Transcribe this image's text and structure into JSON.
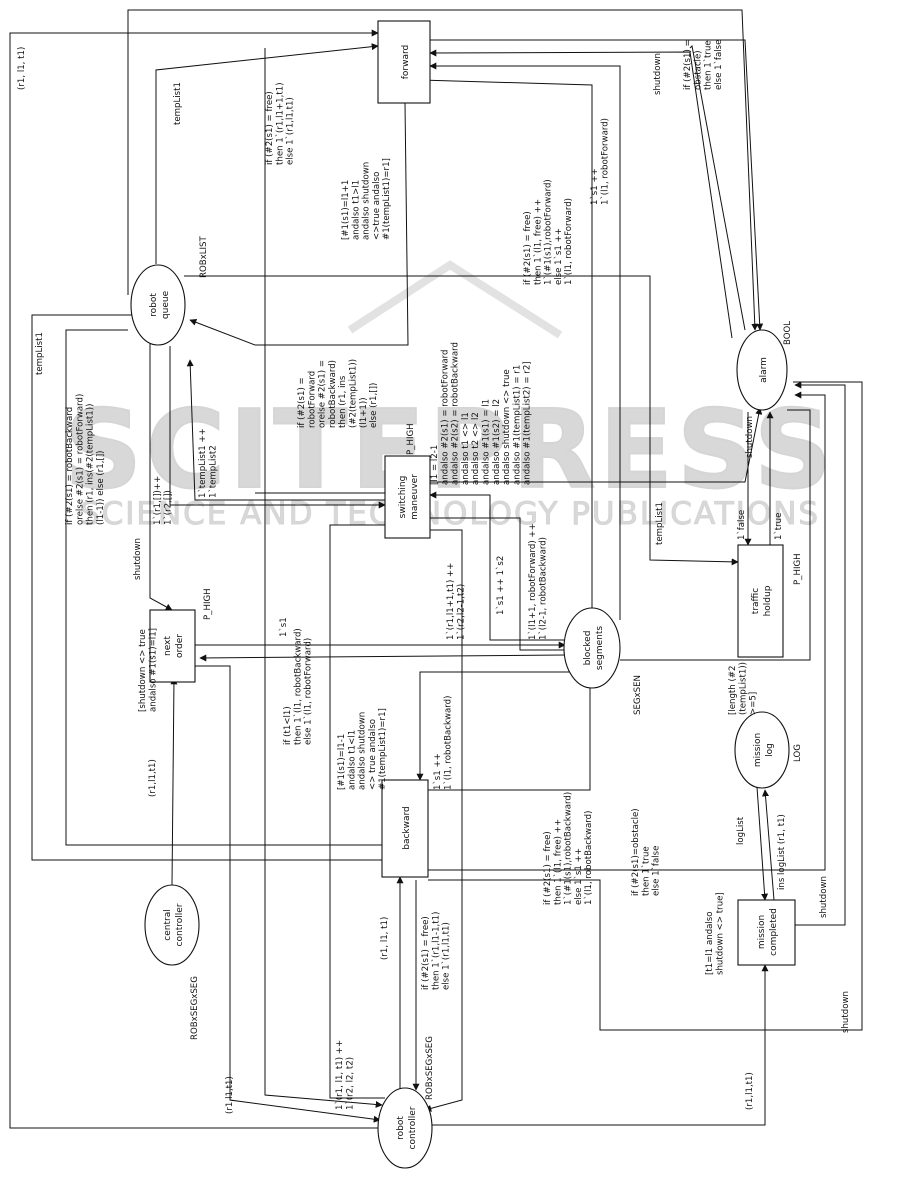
{
  "watermark": {
    "title": "SCITEPRESS",
    "subtitle": "SCIENCE AND TECHNOLOGY PUBLICATIONS"
  },
  "places": {
    "robot_queue": [
      "robot",
      "queue"
    ],
    "alarm": [
      "alarm"
    ],
    "blocked_segments": [
      "blocked",
      "segments"
    ],
    "mission_log": [
      "mission",
      "log"
    ],
    "central_controller": [
      "central",
      "controller"
    ],
    "robot_controller": [
      "robot",
      "controller"
    ]
  },
  "transitions": {
    "forward": [
      "forward"
    ],
    "switching_maneuver": [
      "switching",
      "maneuver"
    ],
    "next_order": [
      "next",
      "order"
    ],
    "traffic_holdup": [
      "traffic",
      "holdup"
    ],
    "backward": [
      "backward"
    ],
    "mission_completed": [
      "mission",
      "completed"
    ]
  },
  "color_sets": {
    "robxlist": "ROBxLIST",
    "bool": "BOOL",
    "segxsen": "SEGxSEN",
    "log": "LOG",
    "robxsegxseg_left": "ROBxSEGxSEG",
    "robxsegxseg_right": "ROBxSEGxSEG"
  },
  "priorities": {
    "switching": "P_HIGH",
    "next_order": "P_HIGH",
    "traffic": "P_HIGH"
  },
  "labels": {
    "r1_l1_t1_top": [
      "(r1, l1, t1)"
    ],
    "templist1_a": [
      "tempList1"
    ],
    "forward_free": [
      "if (#2(s1) = free)",
      "then 1`(r1,l1+1,t1)",
      "else 1`(r1,l1,t1)"
    ],
    "forward_guard": [
      "[#1(s1)=l1+1",
      "andalso t1>l1",
      "andalso shutdown",
      "<>true andalso",
      "#1(tempList1)=r1]"
    ],
    "forward_blocked": [
      "if (#2(s1) = free)",
      "then 1`(l1, free) ++",
      "1`(#1(s1),robotForward)",
      "else 1`s1 ++",
      "1`(l1, robotForward)"
    ],
    "s1_robotforward": [
      "1`s1 ++",
      "1`(l1, robotForward)"
    ],
    "shutdown_top": [
      "shutdown"
    ],
    "obstacle_top": [
      "if (#2(s1) =",
      "obstacle)",
      "then 1`true",
      "else 1`false"
    ],
    "queue_ins": [
      "if (#2(s1) =",
      "robotForward",
      "orelse #2(s1) =",
      "robotBackward)",
      "then (r1, ins",
      "(#2(tempList1))",
      "(l1+1))",
      "else (r1,[])"
    ],
    "switch_guard": [
      "[l1 = l2-1",
      "andalso #2(s1) = robotForward",
      "andalso #2(s2) = robotBackward",
      "andalso t1 <> l1",
      "andalso t2 <> l2",
      "andalso #1(s1) = l1",
      "andalso #1(s2) = l2",
      "andalso shutdown <> true",
      "andalso #1(tempList1) = r1",
      "andalso #1(tempList2) = r2]"
    ],
    "templist1_side": [
      "tempList1"
    ],
    "queue_ins_back": [
      "if (#2(s1) = robotBackward",
      "orelse #2(s1) = robotForward)",
      "then (r1, ins(#2(tempList1))",
      "(l1-1)) else (r1,[])"
    ],
    "templist_merge": [
      "1`tempList1 ++",
      "1`tempList2"
    ],
    "r_empty": [
      "1`(r1,[])++",
      "1`(r2,[])"
    ],
    "shutdown_left": [
      "shutdown"
    ],
    "shutdown_alarm": [
      "shutdown"
    ],
    "false_tok": [
      "1`false"
    ],
    "true_tok": [
      "1`true"
    ],
    "templist1_traffic": [
      "tempList1"
    ],
    "length_guard": [
      "[length (#2",
      "(tempList1))",
      ">=5]"
    ],
    "s1_s2": [
      "1`s1 ++ 1`s2"
    ],
    "swap_segments": [
      "1`(l1+1, robotForward) ++",
      "1`(l2-1, robotBackward)"
    ],
    "switch_out": [
      "1`(r1,l1+1,t1) ++",
      "1`(r2,l2-1,t2)"
    ],
    "s_tok": [
      "1`s1"
    ],
    "next_guard": [
      "[shutdown <> true",
      "andalso #1(s1)=l1]"
    ],
    "r1_l1_t1_next": [
      "(r1,l1,t1)"
    ],
    "back_t": [
      "if (t1<l1)",
      "then 1`(l1, robotBackward)",
      "else 1`(l1, robotForward)"
    ],
    "back_guard": [
      "[#1(s1)=l1-1",
      "andalso t1<l1",
      "andalso shutdown",
      "<> true andalso",
      "#1(tempList1)=r1]"
    ],
    "s1_robotbackward": [
      "1`s1 ++",
      "1`(l1, robotBackward)"
    ],
    "back_blocked": [
      "if (#2(s1) = free)",
      "then 1`(l1, free) ++",
      "1`(#1(s1),robotBackward)",
      "else 1`s1 ++",
      "1`(l1, robotBackward)"
    ],
    "back_obstacle": [
      "if (#2(s1)=obstacle)",
      "then 1`true",
      "else 1`false"
    ],
    "loglist": [
      "logList"
    ],
    "ins_loglist": [
      "ins logList (r1, t1)"
    ],
    "shutdown_mission": [
      "shutdown"
    ],
    "mission_guard": [
      "[t1=l1 andalso",
      "shutdown <> true]"
    ],
    "shutdown_bottom": [
      "shutdown"
    ],
    "r1_l1_t1_back": [
      "(r1, l1, t1)"
    ],
    "back_free": [
      "if (#2(s1) = free)",
      "then 1`(r1,l1-1,t1)",
      "else 1`(r1,l1,t1)"
    ],
    "r1r2_merge": [
      "1`(r1, l1, t1) ++",
      "1`(r2, l2, t2)"
    ],
    "r1_l1_t1_left": [
      "(r1,l1,t1)"
    ],
    "r1_l1_t1_right": [
      "(r1,l1,t1)"
    ]
  }
}
